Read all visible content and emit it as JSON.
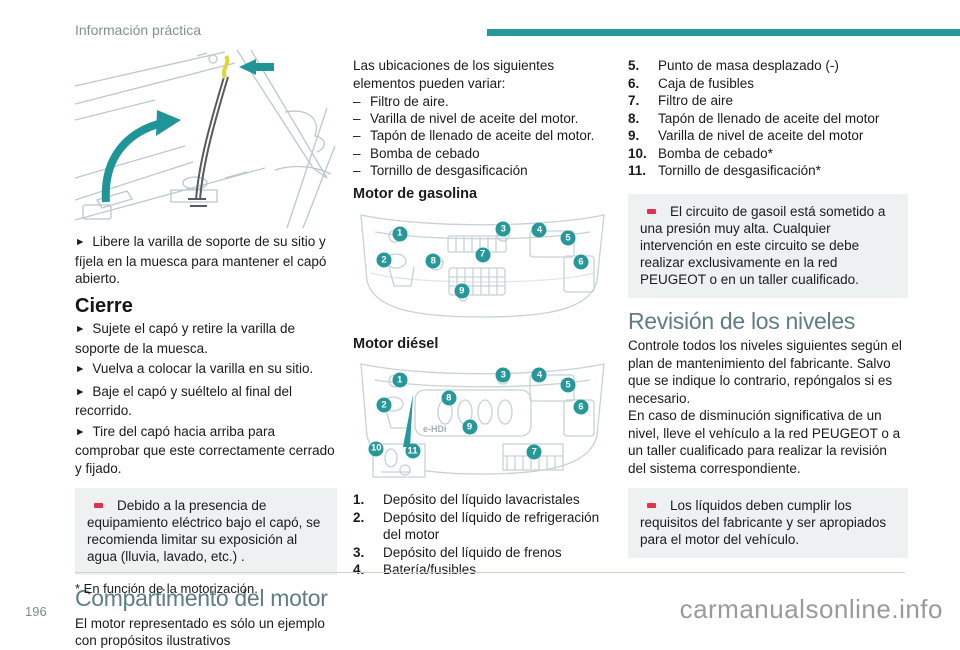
{
  "glyphs": {
    "arrow": "►",
    "dash": "–"
  },
  "colors": {
    "accent_teal": "#27989a",
    "heading_slate": "#5f7d82",
    "warning_red": "#e5304c",
    "warning_bg": "#eef1f1"
  },
  "page": {
    "header": "Información práctica",
    "page_number": "196",
    "footnote": "* En función de la motorización.",
    "watermark": "carmanualsonline.info"
  },
  "left": {
    "caption_open": "Libere la varilla de soporte de su sitio y fíjela en la muesca para mantener el capó abierto.",
    "cierre_title": "Cierre",
    "cierre_steps": [
      "Sujete el capó y retire la varilla de soporte de la muesca.",
      "Vuelva a colocar la varilla en su sitio.",
      "Baje el capó y suéltelo al final del recorrido.",
      "Tire del capó hacia arriba para comprobar que este correctamente cerrado y fijado."
    ],
    "warning_capo": "Debido a la presencia de equipamiento eléctrico bajo el capó, se recomienda limitar su exposición al agua (lluvia, lavado, etc.) .",
    "motor_title": "Compartimento del motor",
    "motor_intro": "El motor representado es sólo un ejemplo con propósitos ilustrativos"
  },
  "middle": {
    "intro": "Las ubicaciones de los siguientes elementos pueden variar:",
    "variable_items": [
      "Filtro de aire.",
      "Varilla de nivel de aceite del motor.",
      "Tapón de llenado de aceite del motor.",
      "Bomba de cebado",
      "Tornillo de desgasificación"
    ],
    "gasoline_title": "Motor de gasolina",
    "diesel_title": "Motor diésel",
    "diesel_badge": "e-HDi",
    "gasoline_markers": [
      {
        "n": "1",
        "x": 18,
        "y": 21
      },
      {
        "n": "2",
        "x": 12,
        "y": 45
      },
      {
        "n": "3",
        "x": 58,
        "y": 17
      },
      {
        "n": "4",
        "x": 72,
        "y": 18
      },
      {
        "n": "5",
        "x": 83,
        "y": 25
      },
      {
        "n": "6",
        "x": 88,
        "y": 47
      },
      {
        "n": "7",
        "x": 50,
        "y": 40
      },
      {
        "n": "8",
        "x": 31,
        "y": 46
      },
      {
        "n": "9",
        "x": 42,
        "y": 73
      }
    ],
    "diesel_markers": [
      {
        "n": "1",
        "x": 18,
        "y": 17
      },
      {
        "n": "2",
        "x": 12,
        "y": 38
      },
      {
        "n": "3",
        "x": 58,
        "y": 13
      },
      {
        "n": "4",
        "x": 72,
        "y": 13
      },
      {
        "n": "5",
        "x": 83,
        "y": 21
      },
      {
        "n": "6",
        "x": 88,
        "y": 40
      },
      {
        "n": "7",
        "x": 70,
        "y": 78
      },
      {
        "n": "8",
        "x": 37,
        "y": 32
      },
      {
        "n": "9",
        "x": 45,
        "y": 57
      },
      {
        "n": "10",
        "x": 9,
        "y": 75
      },
      {
        "n": "11",
        "x": 23,
        "y": 77
      }
    ],
    "legend_1_4": [
      {
        "n": "1.",
        "text": "Depósito del líquido lavacristales"
      },
      {
        "n": "2.",
        "text": "Depósito del líquido de refrigeración del motor"
      },
      {
        "n": "3.",
        "text": "Depósito del líquido de frenos"
      },
      {
        "n": "4.",
        "text": "Batería/fusibles"
      }
    ]
  },
  "right": {
    "legend_5_11": [
      {
        "n": "5.",
        "text": "Punto de masa desplazado (-)"
      },
      {
        "n": "6.",
        "text": "Caja de fusibles"
      },
      {
        "n": "7.",
        "text": "Filtro de aire"
      },
      {
        "n": "8.",
        "text": "Tapón de llenado de aceite del motor"
      },
      {
        "n": "9.",
        "text": "Varilla de nivel de aceite del motor"
      },
      {
        "n": "10.",
        "text": "Bomba de cebado*"
      },
      {
        "n": "11.",
        "text": "Tornillo de desgasificación*"
      }
    ],
    "warning_gasoil": "El circuito de gasoil está sometido a una presión muy alta. Cualquier intervención en este circuito se debe realizar exclusivamente en la red PEUGEOT o en un taller cualificado.",
    "niveles_title": "Revisión de los niveles",
    "niveles_p1": "Controle todos los niveles siguientes según el plan de mantenimiento del fabricante. Salvo que se indique lo contrario, repóngalos si es necesario.",
    "niveles_p2": "En caso de disminución significativa de un nivel, lleve el vehículo a la red PEUGEOT o a un taller cualificado para realizar la revisión del sistema correspondiente.",
    "warning_liquidos": "Los líquidos deben cumplir los requisitos del fabricante y ser apropiados para el motor del vehículo."
  }
}
